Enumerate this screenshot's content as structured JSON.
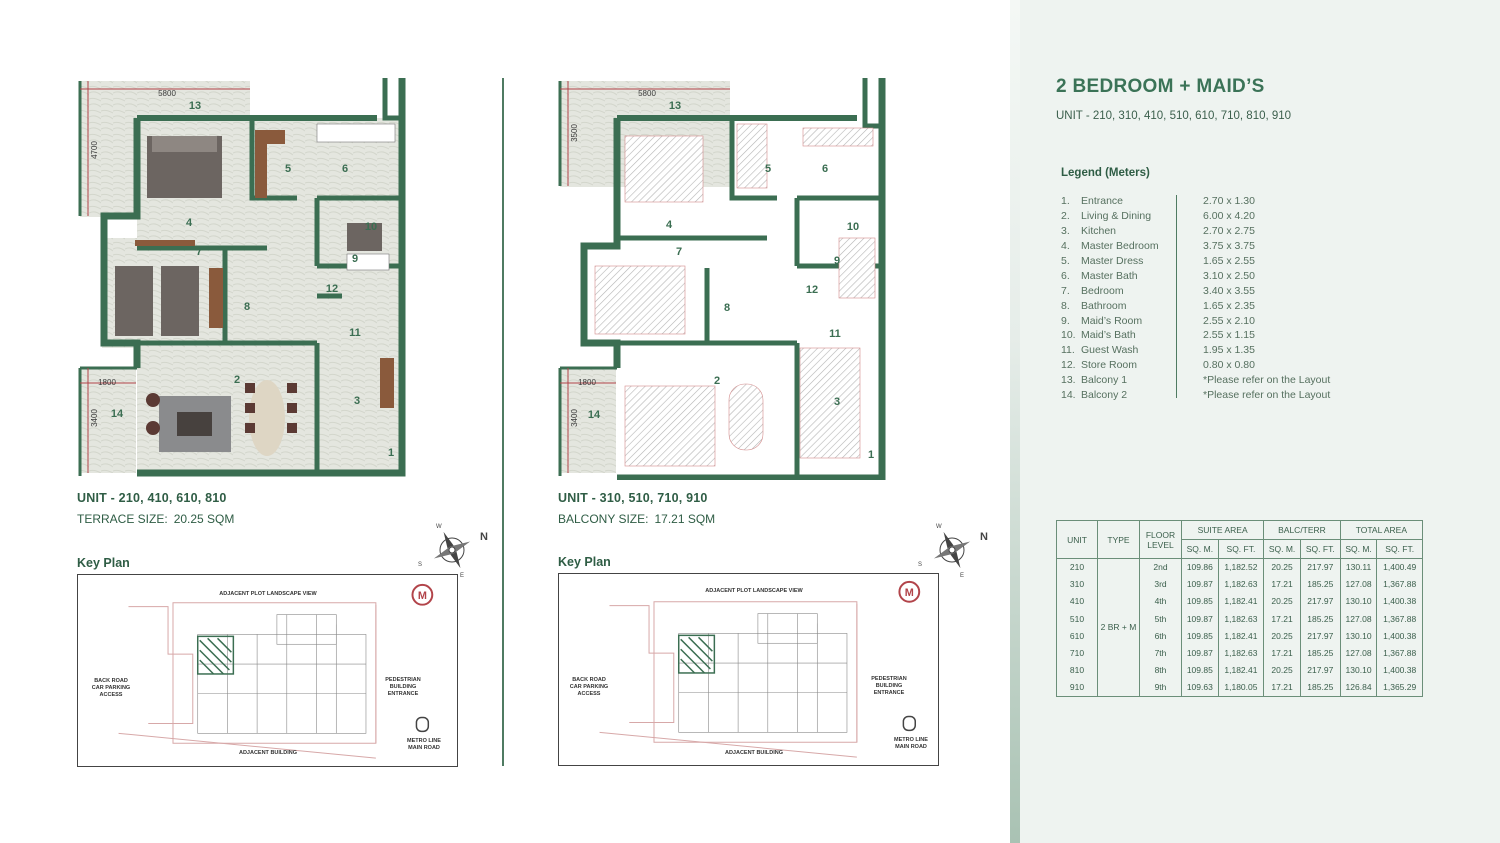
{
  "colors": {
    "wall": "#3b6e52",
    "accent": "#3b7357",
    "panel": "#eef3f0",
    "dimension": "#b2444a"
  },
  "plan_left": {
    "dims": {
      "top": "5800",
      "side": "4700",
      "balcony_width": "1800",
      "balcony_depth": "3400"
    },
    "rooms": [
      "13",
      "5",
      "6",
      "4",
      "7",
      "10",
      "9",
      "12",
      "8",
      "11",
      "2",
      "3",
      "14",
      "1"
    ],
    "unit_title": "UNIT - 210, 410, 610, 810",
    "size_label": "TERRACE SIZE:",
    "size_value": "20.25 SQM"
  },
  "plan_right": {
    "dims": {
      "top": "5800",
      "side": "3500",
      "balcony_width": "1800",
      "balcony_depth": "3400"
    },
    "rooms": [
      "13",
      "5",
      "6",
      "4",
      "7",
      "10",
      "9",
      "12",
      "8",
      "11",
      "2",
      "3",
      "14",
      "1"
    ],
    "unit_title": "UNIT - 310, 510, 710, 910",
    "size_label": "BALCONY SIZE:",
    "size_value": "17.21 SQM"
  },
  "key_plan": {
    "title": "Key Plan",
    "labels": {
      "top": "ADJACENT PLOT LANDSCAPE VIEW",
      "left": "BACK ROAD\nCAR PARKING\nACCESS",
      "right": "PEDESTRIAN\nBUILDING\nENTRANCE",
      "bottom": "ADJACENT BUILDING",
      "metro": "METRO LINE\nMAIN ROAD",
      "m_icon": "M"
    }
  },
  "compass": {
    "n": "N",
    "w": "W",
    "s": "S",
    "e": "E"
  },
  "header": {
    "title": "2 BEDROOM + MAID’S",
    "units": "UNIT - 210, 310, 410, 510, 610, 710, 810, 910"
  },
  "legend": {
    "title": "Legend (Meters)",
    "items": [
      {
        "num": "1.",
        "name": "Entrance",
        "value": "2.70 x 1.30"
      },
      {
        "num": "2.",
        "name": "Living & Dining",
        "value": "6.00 x 4.20"
      },
      {
        "num": "3.",
        "name": "Kitchen",
        "value": "2.70 x 2.75"
      },
      {
        "num": "4.",
        "name": "Master Bedroom",
        "value": "3.75 x 3.75"
      },
      {
        "num": "5.",
        "name": "Master Dress",
        "value": "1.65 x 2.55"
      },
      {
        "num": "6.",
        "name": "Master Bath",
        "value": "3.10 x 2.50"
      },
      {
        "num": "7.",
        "name": "Bedroom",
        "value": "3.40 x 3.55"
      },
      {
        "num": "8.",
        "name": "Bathroom",
        "value": "1.65 x 2.35"
      },
      {
        "num": "9.",
        "name": "Maid’s Room",
        "value": "2.55 x 2.10"
      },
      {
        "num": "10.",
        "name": "Maid’s Bath",
        "value": "2.55 x 1.15"
      },
      {
        "num": "11.",
        "name": "Guest Wash",
        "value": "1.95 x 1.35"
      },
      {
        "num": "12.",
        "name": "Store Room",
        "value": "0.80 x 0.80"
      },
      {
        "num": "13.",
        "name": "Balcony 1",
        "value": "*Please refer on the Layout"
      },
      {
        "num": "14.",
        "name": "Balcony 2",
        "value": "*Please refer on the Layout"
      }
    ]
  },
  "area_table": {
    "headers": {
      "unit": "UNIT",
      "type": "TYPE",
      "floor": "FLOOR LEVEL",
      "suite": "SUITE AREA",
      "balc": "BALC/TERR",
      "total": "TOTAL AREA",
      "sqm": "SQ. M.",
      "sqft": "SQ. FT."
    },
    "type_value": "2 BR + M",
    "rows": [
      {
        "unit": "210",
        "floor": "2nd",
        "suite_m": "109.86",
        "suite_ft": "1,182.52",
        "balc_m": "20.25",
        "balc_ft": "217.97",
        "total_m": "130.11",
        "total_ft": "1,400.49"
      },
      {
        "unit": "310",
        "floor": "3rd",
        "suite_m": "109.87",
        "suite_ft": "1,182.63",
        "balc_m": "17.21",
        "balc_ft": "185.25",
        "total_m": "127.08",
        "total_ft": "1,367.88"
      },
      {
        "unit": "410",
        "floor": "4th",
        "suite_m": "109.85",
        "suite_ft": "1,182.41",
        "balc_m": "20.25",
        "balc_ft": "217.97",
        "total_m": "130.10",
        "total_ft": "1,400.38"
      },
      {
        "unit": "510",
        "floor": "5th",
        "suite_m": "109.87",
        "suite_ft": "1,182.63",
        "balc_m": "17.21",
        "balc_ft": "185.25",
        "total_m": "127.08",
        "total_ft": "1,367.88"
      },
      {
        "unit": "610",
        "floor": "6th",
        "suite_m": "109.85",
        "suite_ft": "1,182.41",
        "balc_m": "20.25",
        "balc_ft": "217.97",
        "total_m": "130.10",
        "total_ft": "1,400.38"
      },
      {
        "unit": "710",
        "floor": "7th",
        "suite_m": "109.87",
        "suite_ft": "1,182.63",
        "balc_m": "17.21",
        "balc_ft": "185.25",
        "total_m": "127.08",
        "total_ft": "1,367.88"
      },
      {
        "unit": "810",
        "floor": "8th",
        "suite_m": "109.85",
        "suite_ft": "1,182.41",
        "balc_m": "20.25",
        "balc_ft": "217.97",
        "total_m": "130.10",
        "total_ft": "1,400.38"
      },
      {
        "unit": "910",
        "floor": "9th",
        "suite_m": "109.63",
        "suite_ft": "1,180.05",
        "balc_m": "17.21",
        "balc_ft": "185.25",
        "total_m": "126.84",
        "total_ft": "1,365.29"
      }
    ]
  }
}
